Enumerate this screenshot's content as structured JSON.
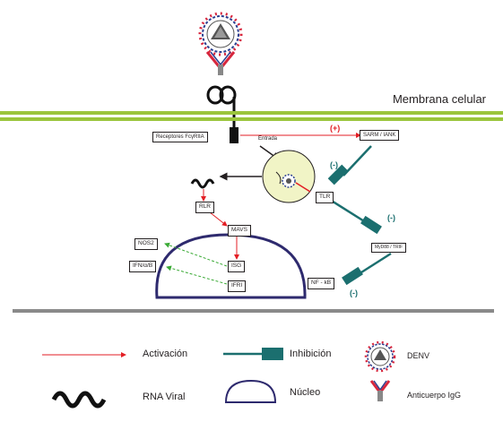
{
  "membrane": {
    "label": "Membrana celular"
  },
  "receptor": {
    "label": "Receptores FcγRIIA"
  },
  "entry": {
    "label": "Entrada"
  },
  "boxes": {
    "sarm": "SARM / IANK",
    "tlr": "TLR",
    "rlr": "RLR",
    "mavs": "MAVS",
    "myd88": "MyD88 / TRIF",
    "nos2": "NOS2",
    "ifn": "IFN/α/B",
    "isg": "ISG",
    "ifri": "IFRI",
    "nfkb": "NF - kB"
  },
  "signs": {
    "plus": "(+)",
    "minus": "(-)"
  },
  "legend": {
    "activation": "Activación",
    "inhibition": "Inhibición",
    "denv": "DENV",
    "rna": "RNA Viral",
    "nucleus": "Núcleo",
    "antibody": "Anticuerpo IgG"
  },
  "colors": {
    "membrane": "#9bc53d",
    "activation": "#e31e24",
    "inhibition": "#1b6f6f",
    "green_arrow": "#3aaa35",
    "nucleus": "#2e2a6e",
    "divider": "#8a8a8a",
    "endosome": "#f1f4c6"
  }
}
